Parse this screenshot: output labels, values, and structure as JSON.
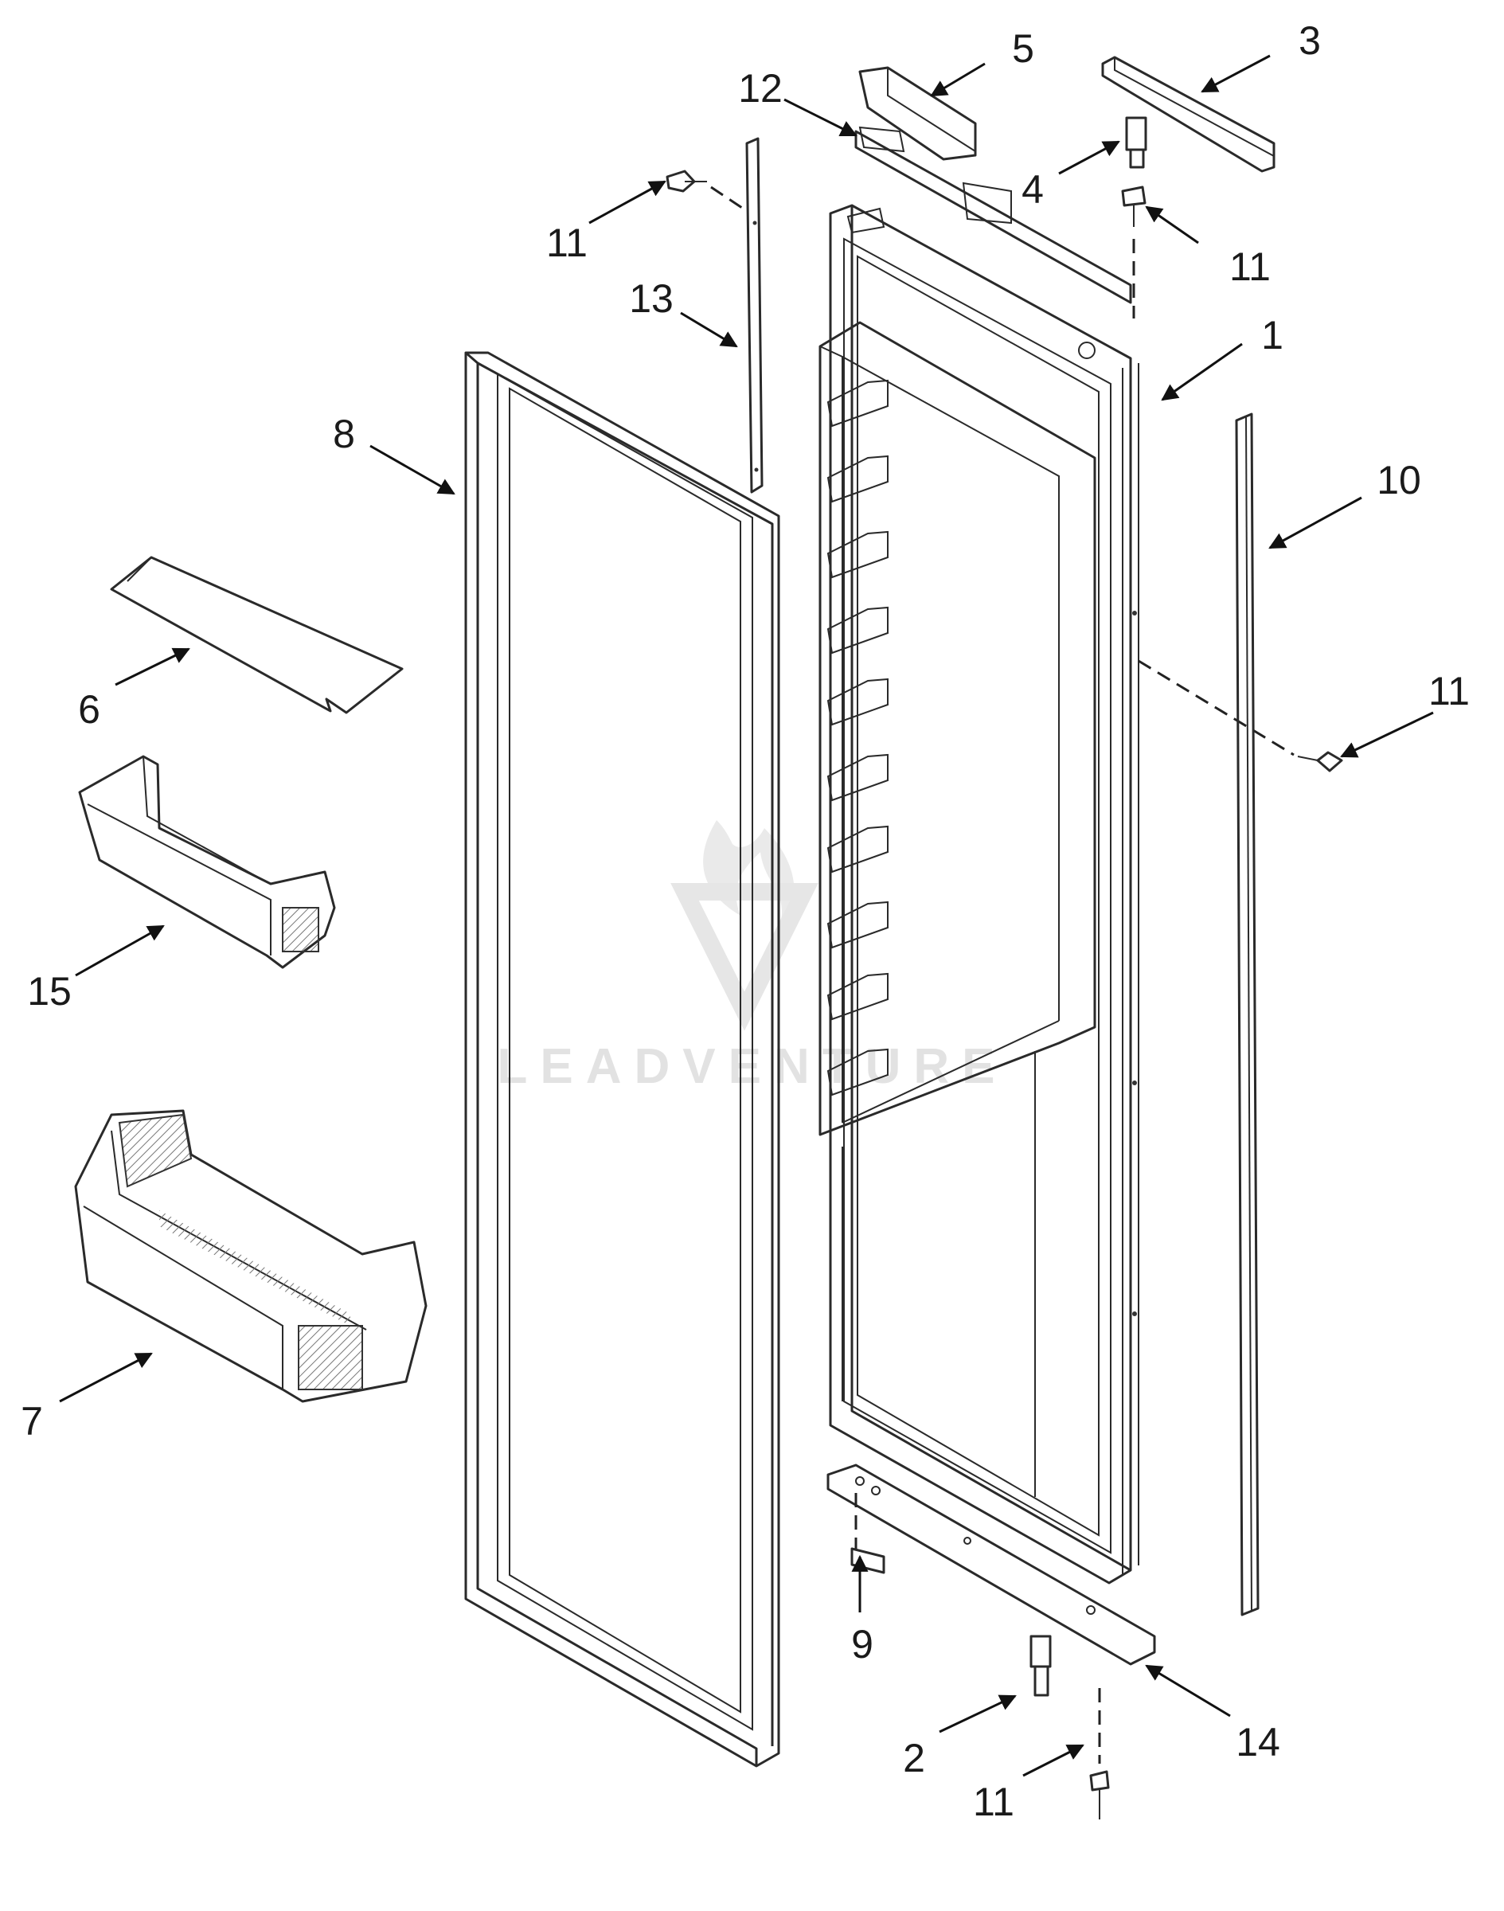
{
  "watermark": {
    "text": "LEADVENTURE"
  },
  "callouts": [
    {
      "id": "c5",
      "label": "5"
    },
    {
      "id": "c3",
      "label": "3"
    },
    {
      "id": "c12",
      "label": "12"
    },
    {
      "id": "c4",
      "label": "4"
    },
    {
      "id": "c11a",
      "label": "11"
    },
    {
      "id": "c11b",
      "label": "11"
    },
    {
      "id": "c13",
      "label": "13"
    },
    {
      "id": "c1",
      "label": "1"
    },
    {
      "id": "c8",
      "label": "8"
    },
    {
      "id": "c10",
      "label": "10"
    },
    {
      "id": "c6",
      "label": "6"
    },
    {
      "id": "c11c",
      "label": "11"
    },
    {
      "id": "c15",
      "label": "15"
    },
    {
      "id": "c7",
      "label": "7"
    },
    {
      "id": "c9",
      "label": "9"
    },
    {
      "id": "c2",
      "label": "2"
    },
    {
      "id": "c14",
      "label": "14"
    },
    {
      "id": "c11d",
      "label": "11"
    }
  ]
}
